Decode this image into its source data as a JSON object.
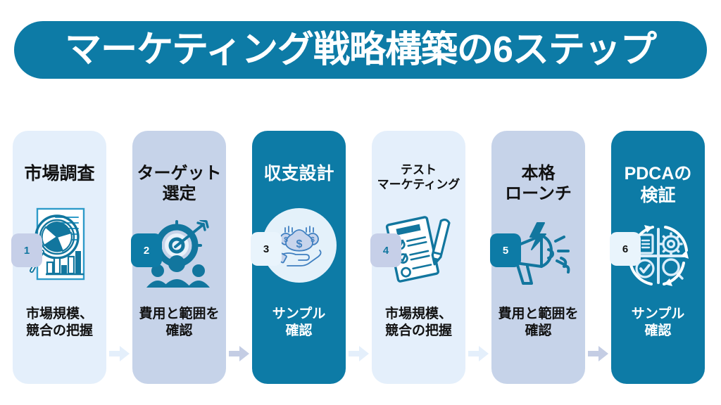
{
  "title": {
    "text": "マーケティング戦略構築の6ステップ",
    "banner_color": "#0d7ba6",
    "text_color": "#ffffff"
  },
  "theme": {
    "teal": "#0d7ba6",
    "pale_blue": "#e4effb",
    "lavender_blue": "#c6d3e9",
    "badge_lavender": "#c6cfe8",
    "badge_pale": "#e9f4fc",
    "arrow_pale": "#e4effb",
    "arrow_lavender": "#c4cde4",
    "icon_circle": "#e4f1fa"
  },
  "steps": [
    {
      "number": "1",
      "title": "市場調査",
      "caption": "市場規模、\n競合の把握",
      "caption_line1": "市場規模、",
      "caption_line2": "競合の把握",
      "icon": "market-research-icon",
      "card_color": "#e4effb",
      "badge_color": "#c6cfe8",
      "badge_text_color": "#1277a0",
      "text_color": "#111111",
      "title_size": "large"
    },
    {
      "number": "2",
      "title": "ターゲット\n選定",
      "title_line1": "ターゲット",
      "title_line2": "選定",
      "caption_line1": "費用と範囲を",
      "caption_line2": "確認",
      "icon": "target-audience-icon",
      "card_color": "#c6d3e9",
      "badge_color": "#0d7ba6",
      "badge_text_color": "#ffffff",
      "text_color": "#111111",
      "title_size": "large"
    },
    {
      "number": "3",
      "title": "収支設計",
      "caption_line1": "サンプル",
      "caption_line2": "確認",
      "icon": "money-in-hand-icon",
      "card_color": "#0d7ba6",
      "badge_color": "#e9f4fc",
      "badge_text_color": "#111111",
      "text_color": "#ffffff",
      "title_size": "large"
    },
    {
      "number": "4",
      "title": "テスト\nマーケティング",
      "title_line1": "テスト",
      "title_line2": "マーケティング",
      "caption_line1": "市場規模、",
      "caption_line2": "競合の把握",
      "icon": "checklist-pen-icon",
      "card_color": "#e4effb",
      "badge_color": "#c6cfe8",
      "badge_text_color": "#1277a0",
      "text_color": "#111111",
      "title_size": "small"
    },
    {
      "number": "5",
      "title": "本格\nローンチ",
      "title_line1": "本格",
      "title_line2": "ローンチ",
      "caption_line1": "費用と範囲を",
      "caption_line2": "確認",
      "icon": "megaphone-icon",
      "card_color": "#c6d3e9",
      "badge_color": "#0d7ba6",
      "badge_text_color": "#ffffff",
      "text_color": "#111111",
      "title_size": "large"
    },
    {
      "number": "6",
      "title": "PDCAの\n検証",
      "title_line1": "PDCAの",
      "title_line2": "検証",
      "caption_line1": "サンプル",
      "caption_line2": "確認",
      "icon": "pdca-cycle-icon",
      "card_color": "#0d7ba6",
      "badge_color": "#e9f4fc",
      "badge_text_color": "#111111",
      "text_color": "#ffffff",
      "title_size": "large"
    }
  ],
  "arrows": [
    {
      "name": "arrow-1-to-2",
      "color": "#e4effb"
    },
    {
      "name": "arrow-2-to-3",
      "color": "#c4cde4"
    },
    {
      "name": "arrow-3-to-4",
      "color": "#e4effb"
    },
    {
      "name": "arrow-4-to-5",
      "color": "#e4effb"
    },
    {
      "name": "arrow-5-to-6",
      "color": "#c4cde4"
    }
  ]
}
